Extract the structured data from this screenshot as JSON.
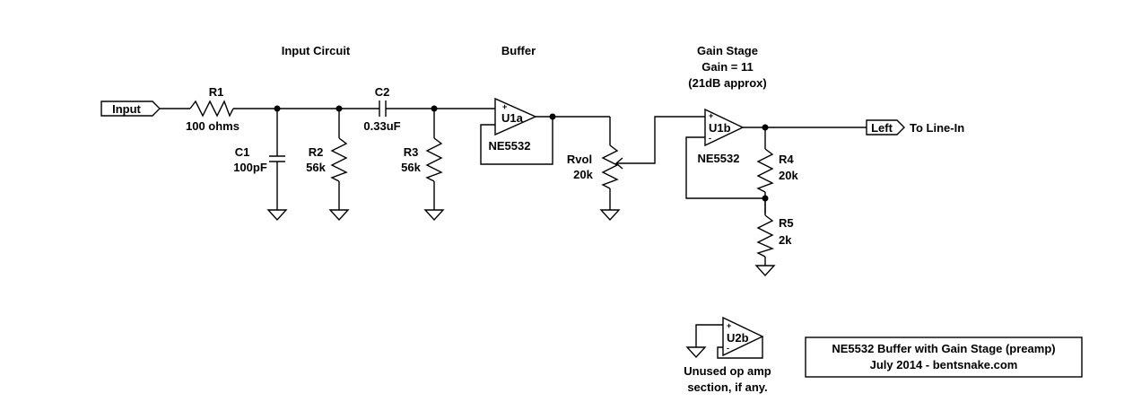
{
  "sections": {
    "input_circuit": "Input Circuit",
    "buffer": "Buffer",
    "gain_stage": "Gain Stage",
    "gain": "Gain = 11",
    "gain_db": "(21dB approx)"
  },
  "ports": {
    "input": "Input",
    "left": "Left",
    "to_line_in": "To Line-In"
  },
  "components": {
    "r1": {
      "ref": "R1",
      "value": "100 ohms"
    },
    "c1": {
      "ref": "C1",
      "value": "100pF"
    },
    "r2": {
      "ref": "R2",
      "value": "56k"
    },
    "c2": {
      "ref": "C2",
      "value": "0.33uF"
    },
    "r3": {
      "ref": "R3",
      "value": "56k"
    },
    "u1a": {
      "ref": "U1a",
      "part": "NE5532"
    },
    "rvol": {
      "ref": "Rvol",
      "value": "20k"
    },
    "u1b": {
      "ref": "U1b",
      "part": "NE5532"
    },
    "r4": {
      "ref": "R4",
      "value": "20k"
    },
    "r5": {
      "ref": "R5",
      "value": "2k"
    },
    "u2b": {
      "ref": "U2b"
    }
  },
  "opamp_signs": {
    "plus": "+",
    "minus": "-"
  },
  "notes": {
    "unused_line1": "Unused op amp",
    "unused_line2": "section, if any."
  },
  "title_block": {
    "line1": "NE5532 Buffer with Gain Stage (preamp)",
    "line2": "July 2014 - bentsnake.com"
  }
}
